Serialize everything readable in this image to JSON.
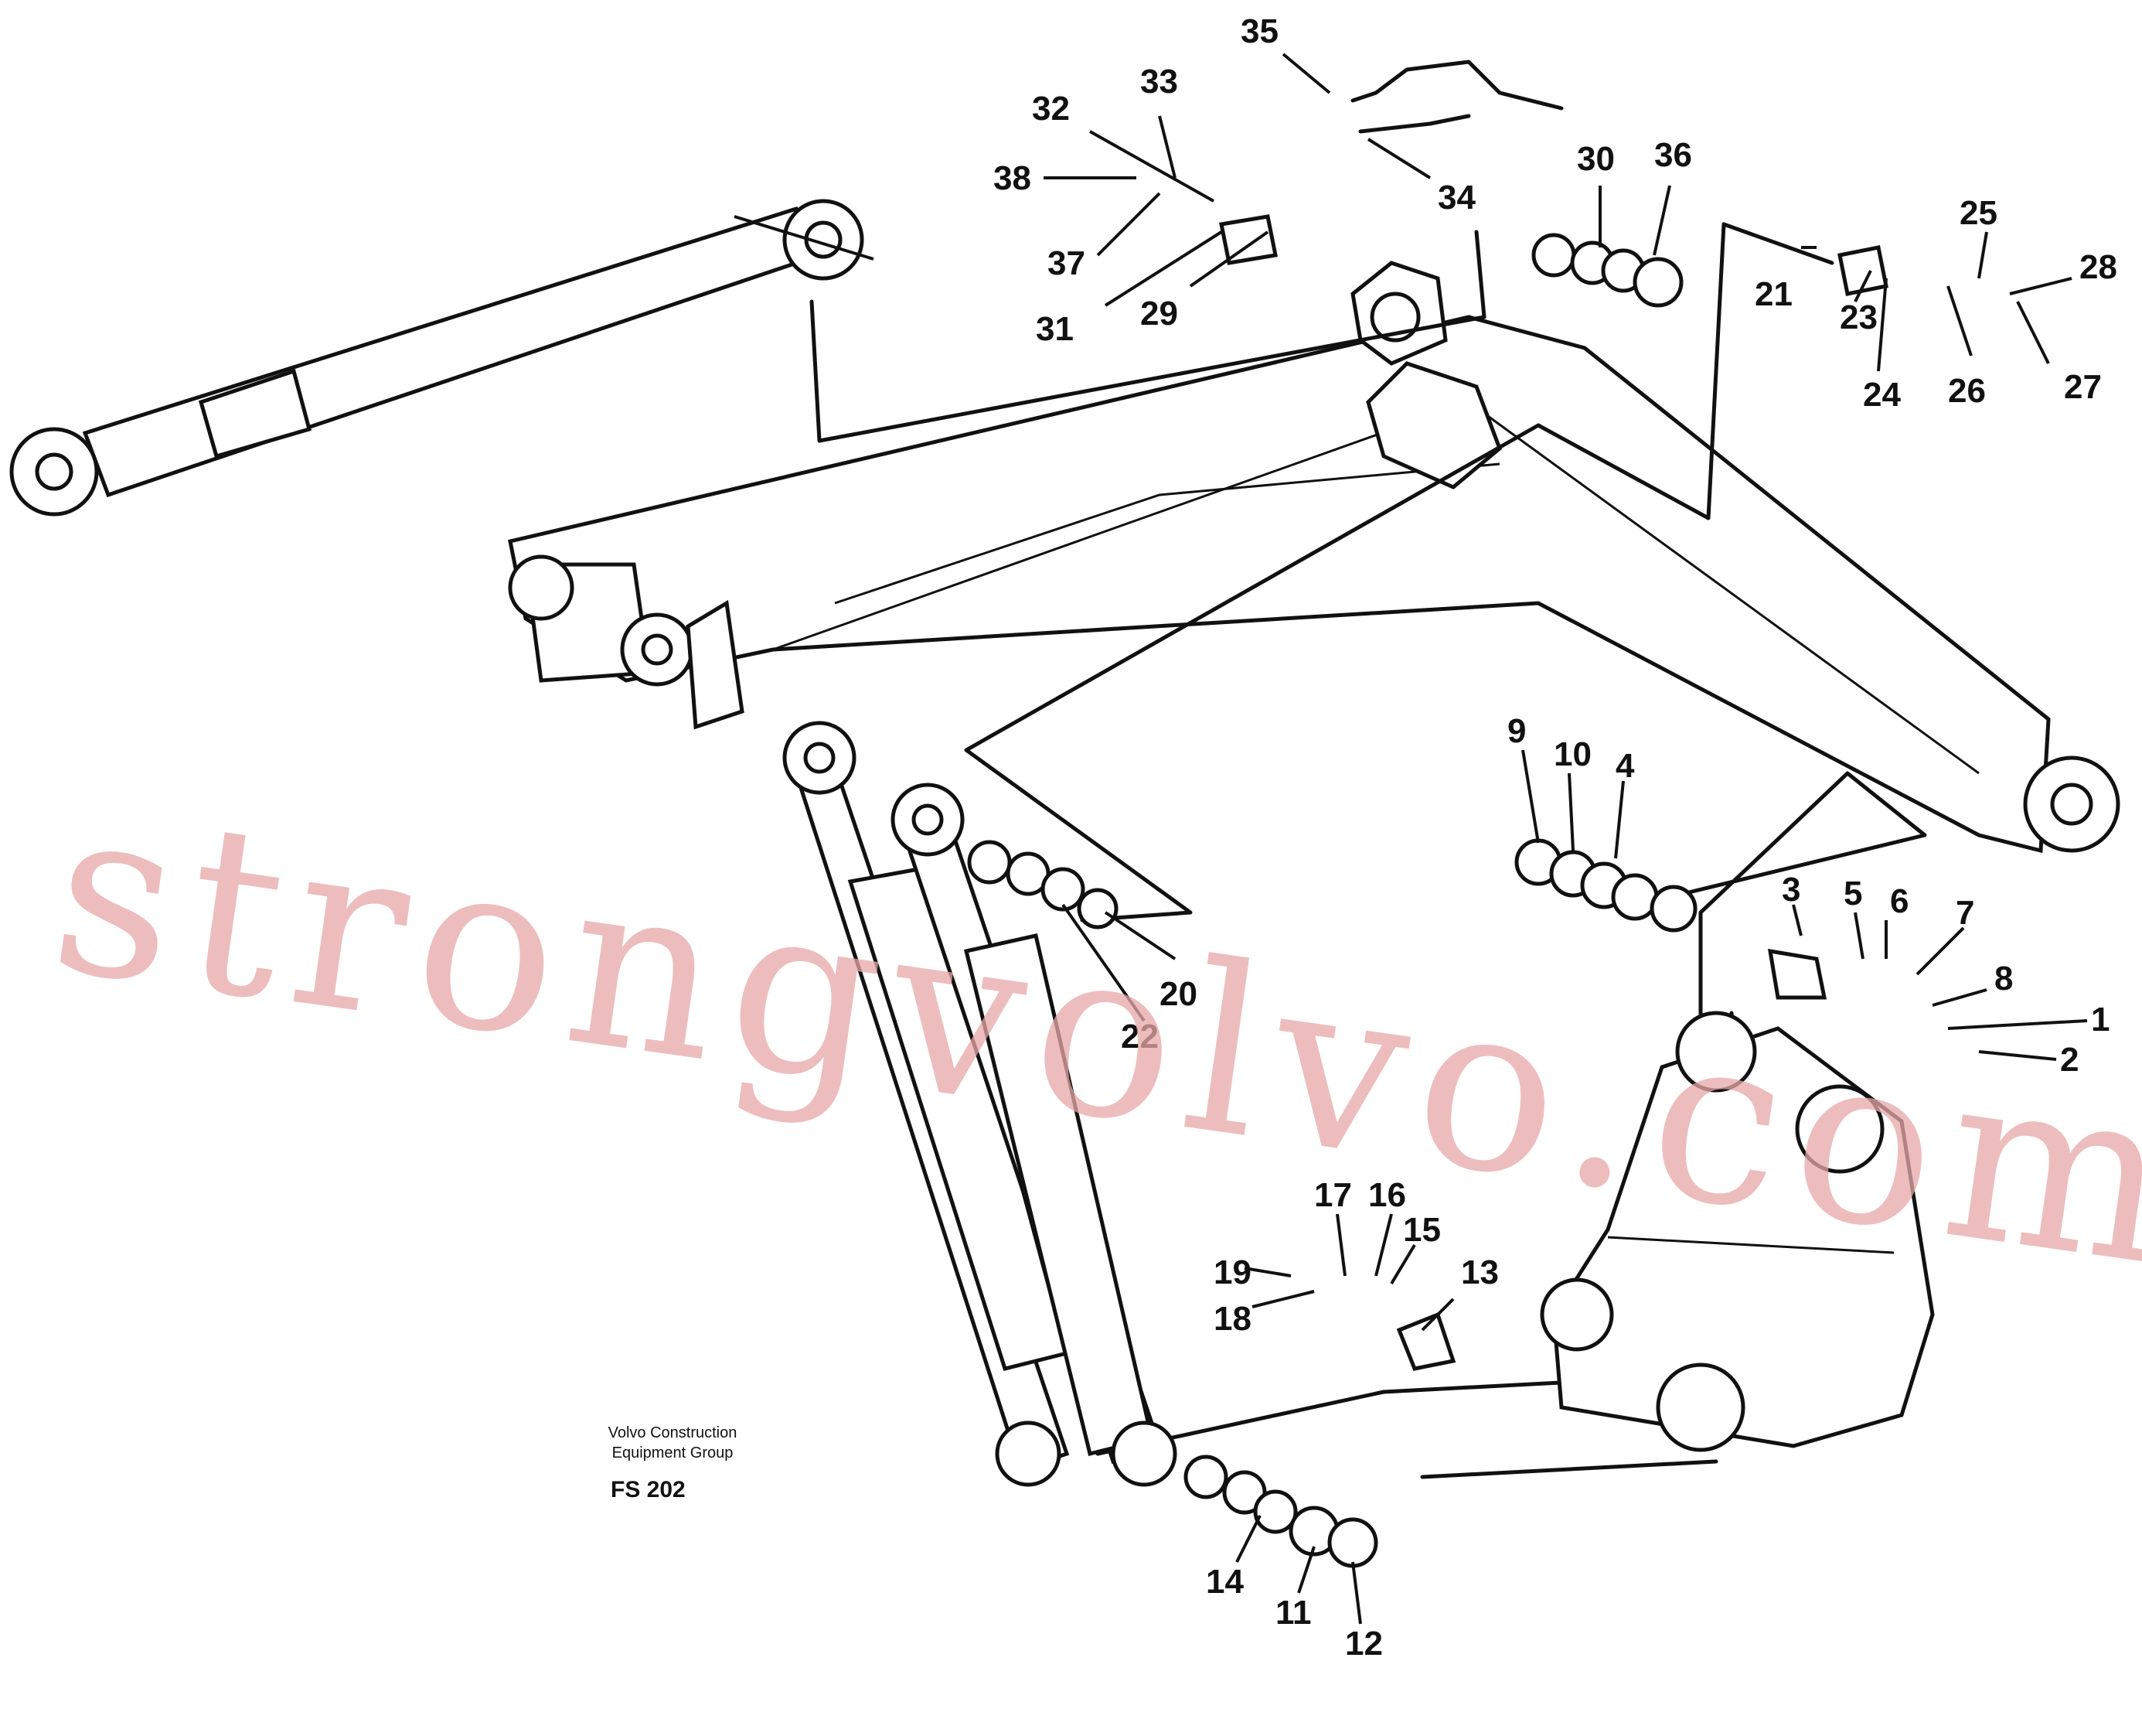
{
  "caption": {
    "org_line1": "Volvo Construction",
    "org_line2": "Equipment Group",
    "figure_code": "FS 202"
  },
  "watermark": "strongvolvo.com",
  "callouts": [
    "1",
    "2",
    "3",
    "4",
    "5",
    "6",
    "7",
    "8",
    "9",
    "10",
    "11",
    "12",
    "13",
    "14",
    "15",
    "16",
    "17",
    "18",
    "19",
    "20",
    "21",
    "22",
    "23",
    "24",
    "25",
    "26",
    "27",
    "28",
    "29",
    "30",
    "31",
    "32",
    "33",
    "34",
    "35",
    "36",
    "37",
    "38"
  ],
  "colors": {
    "line": "#111111",
    "watermark": "#e8a8a8"
  }
}
